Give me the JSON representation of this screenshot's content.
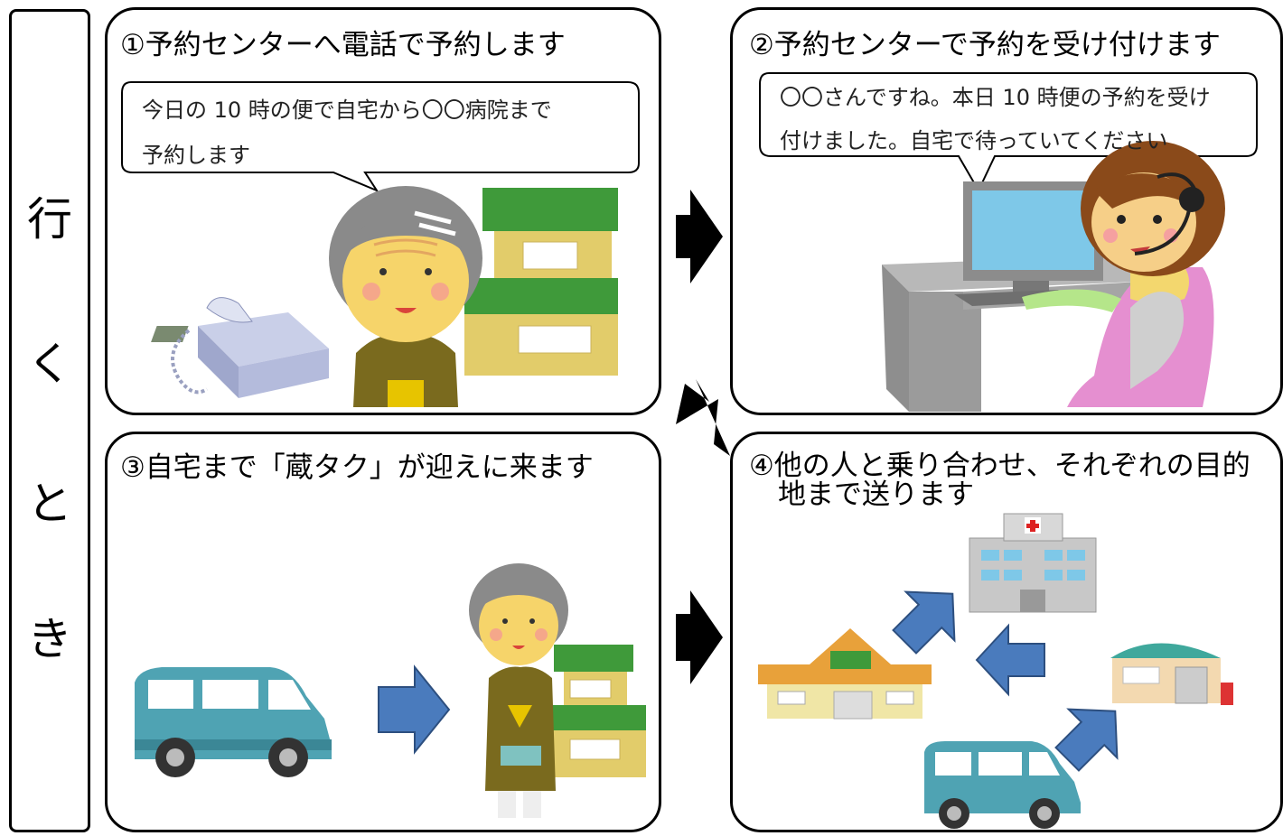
{
  "side_label": [
    "行",
    "く",
    "と",
    "き"
  ],
  "panels": [
    {
      "title": "①予約センターへ電話で予約します",
      "speech_line1": "今日の 10 時の便で自宅から〇〇病院まで",
      "speech_line2": "予約します"
    },
    {
      "title": "②予約センターで予約を受け付けます",
      "speech_line1": "〇〇さんですね。本日 10 時便の予約を受け",
      "speech_line2": "付けました。自宅で待っていてください"
    },
    {
      "title": "③自宅まで「蔵タク」が迎えに来ます"
    },
    {
      "title_line1": "④他の人と乗り合わせ、それぞれの目的",
      "title_line2": "地まで送ります"
    }
  ],
  "colors": {
    "van": "#4fa3b3",
    "blue_arrow": "#4a7bbd",
    "kimono": "#7a6a1e",
    "roof_green": "#3f9a3a",
    "house_wall": "#e2cc6a",
    "station_roof": "#e8a13a"
  },
  "icons": [
    "telephone-icon",
    "elderly-woman-icon",
    "house-icon",
    "operator-icon",
    "computer-icon",
    "van-icon",
    "hospital-icon",
    "station-icon",
    "post-office-icon"
  ]
}
